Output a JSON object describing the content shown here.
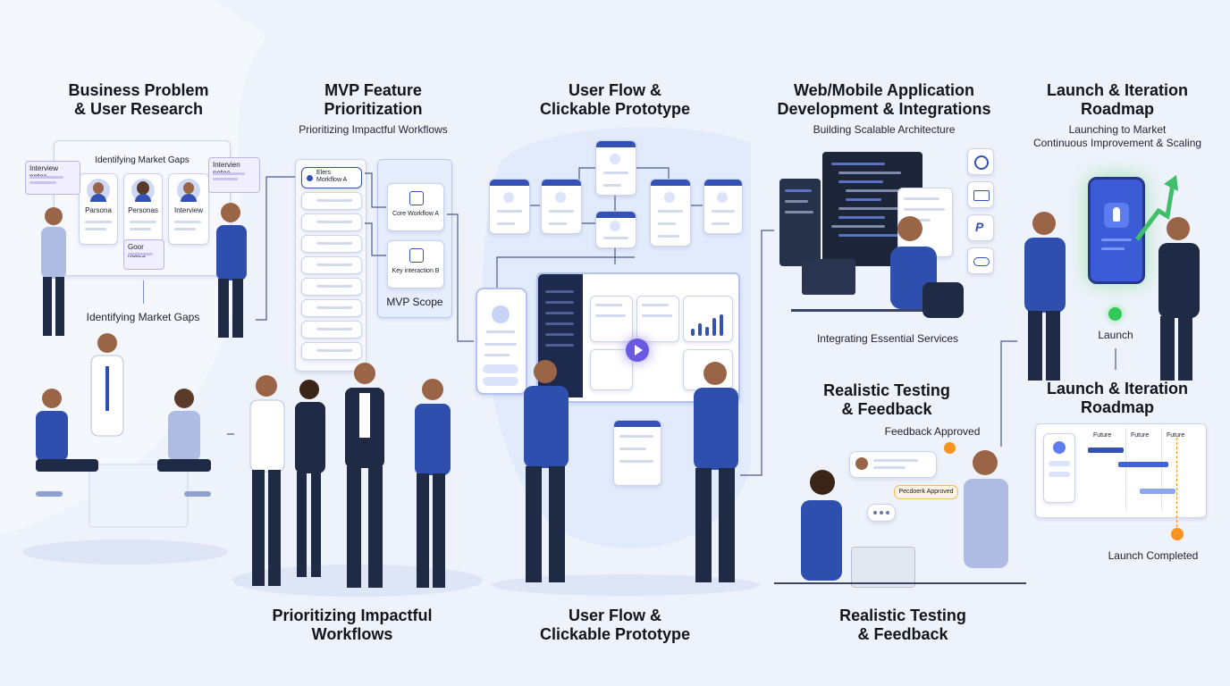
{
  "stages": {
    "s1": {
      "title_line1": "Business Problem",
      "title_line2": "& User Research"
    },
    "s2": {
      "title_line1": "MVP Feature",
      "title_line2": "Prioritization",
      "subtitle": "Prioritizing Impactful Workflows"
    },
    "s3": {
      "title_line1": "User Flow &",
      "title_line2": "Clickable Prototype"
    },
    "s4": {
      "title_line1": "Web/Mobile Application",
      "title_line2": "Development & Integrations",
      "subtitle": "Building Scalable Architecture"
    },
    "s5": {
      "title_line1": "Launch & Iteration",
      "title_line2": "Roadmap",
      "subtitle_line1": "Launching to Market",
      "subtitle_line2": "Continuous Improvement & Scaling"
    }
  },
  "research": {
    "board_title": "Identifying Market Gaps",
    "persona_1": "Parsona",
    "persona_2": "Personas",
    "persona_3": "Interview",
    "note_left": "Interview notes",
    "note_right": "Intervien notes",
    "note_bottom": "Goor notes",
    "caption": "Identifying Market Gaps"
  },
  "mvp": {
    "list_title_1": "Elers",
    "list_title_2": "Morkflow A",
    "core": "Core Workflow A",
    "key": "Key interaction B",
    "scope": "MVP Scope"
  },
  "dev": {
    "caption": "Integrating Essential Services"
  },
  "testing": {
    "title_line1": "Realistic Testing",
    "title_line2": "& Feedback",
    "approved_label": "Feedback Approved",
    "bubble": "Pecdoerk Approved"
  },
  "launch": {
    "launch_label": "Launch",
    "title_line1": "Launch & Iteration",
    "title_line2": "Roadmap",
    "col_1": "Future",
    "col_2": "Future",
    "col_3": "Future",
    "completed": "Launch Completed"
  },
  "bottom": {
    "b1_line1": "Prioritizing Impactful",
    "b1_line2": "Workflows",
    "b2_line1": "User Flow &",
    "b2_line2": "Clickable Prototype",
    "b3_line1": "Realistic Testing",
    "b3_line2": "& Feedback"
  },
  "colors": {
    "accent": "#3451b5",
    "navy": "#1d2a4d",
    "skin": "#9a6447",
    "green": "#34c759",
    "orange": "#f7931e",
    "panel": "#e7eefc"
  }
}
